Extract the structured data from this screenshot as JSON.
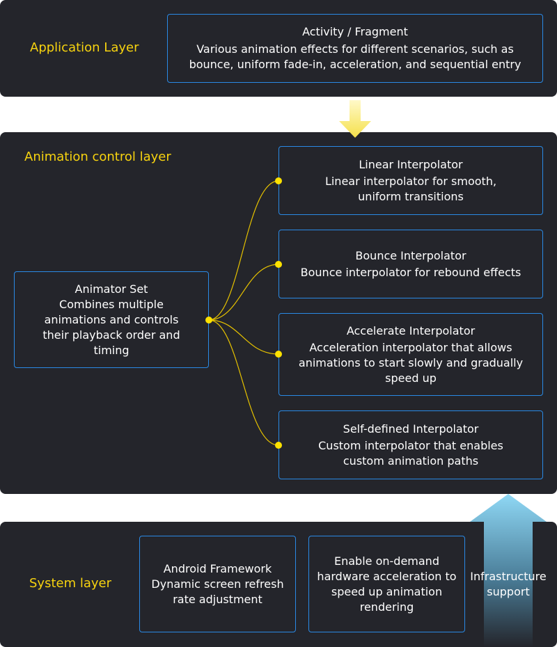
{
  "application_layer": {
    "label": "Application Layer",
    "box": {
      "title": "Activity / Fragment",
      "desc": "Various animation effects for different scenarios, such as bounce, uniform fade-in, acceleration, and sequential entry"
    }
  },
  "animation_layer": {
    "label": "Animation control layer",
    "animator_set": {
      "title": "Animator Set",
      "desc": "Combines multiple animations and controls their playback order and timing"
    },
    "interpolators": [
      {
        "title": "Linear Interpolator",
        "desc": "Linear interpolator for smooth, uniform transitions"
      },
      {
        "title": "Bounce Interpolator",
        "desc": "Bounce interpolator for rebound effects"
      },
      {
        "title": "Accelerate Interpolator",
        "desc": "Acceleration interpolator that allows animations to start slowly and gradually speed up"
      },
      {
        "title": "Self-defined Interpolator",
        "desc": "Custom interpolator that enables custom animation paths"
      }
    ]
  },
  "system_layer": {
    "label": "System layer",
    "framework": {
      "title": "Android Framework",
      "desc": "Dynamic screen refresh rate adjustment"
    },
    "hw_accel": {
      "desc": "Enable on-demand hardware acceleration to speed up animation rendering"
    },
    "infrastructure": "Infrastructure support"
  },
  "colors": {
    "panel_bg": "#24252b",
    "box_border": "#2a8ae6",
    "accent_yellow": "#f7d30f",
    "arrow_blue": "#8fd8f5"
  }
}
